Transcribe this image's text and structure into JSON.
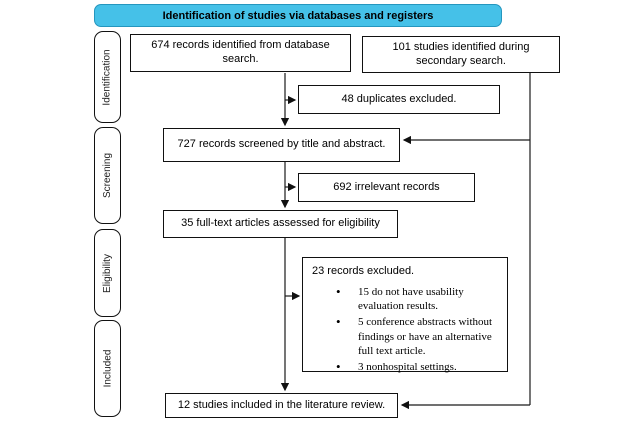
{
  "header": {
    "title": "Identification of studies via databases and registers"
  },
  "stages": [
    {
      "label": "Identification"
    },
    {
      "label": "Screening"
    },
    {
      "label": "Eligibility"
    },
    {
      "label": "Included"
    }
  ],
  "boxes": {
    "database_search": "674 records identified from database search.",
    "secondary_search": "101 studies identified during secondary search.",
    "duplicates_excluded": "48 duplicates excluded.",
    "records_screened": "727 records screened by title and abstract.",
    "irrelevant_records": "692 irrelevant records",
    "fulltext_assessed": "35 full-text articles assessed for eligibility",
    "records_excluded_title": "23 records excluded.",
    "excluded_items": [
      "15 do not have usability evaluation results.",
      "5 conference abstracts without findings or have an alternative full text article.",
      "3 nonhospital settings."
    ],
    "studies_included": "12 studies included in the literature review."
  },
  "colors": {
    "banner_fill": "#45c1e8",
    "banner_border": "#2596be",
    "box_border": "#111111",
    "arrow": "#1a1a1a"
  }
}
